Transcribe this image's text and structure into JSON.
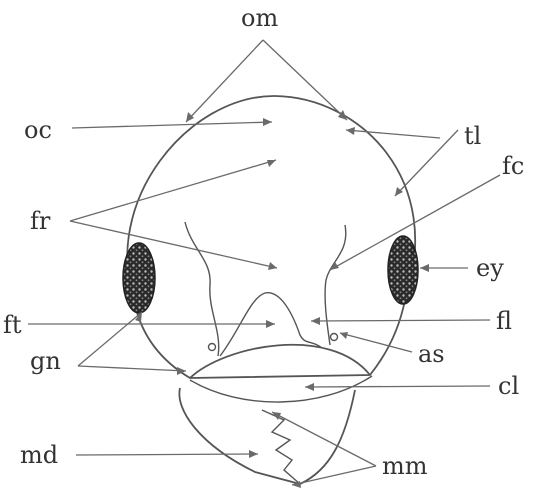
{
  "labels": {
    "om": "om",
    "oc": "oc",
    "tl": "tl",
    "fc": "fc",
    "fr": "fr",
    "ey": "ey",
    "ft": "ft",
    "fl": "fl",
    "gn": "gn",
    "as": "as",
    "cl": "cl",
    "md": "md",
    "mm": "mm"
  },
  "colors": {
    "line": "#6a6a6a",
    "outline": "#555555",
    "text": "#333333",
    "eye_fill": "#2a2a2a"
  }
}
